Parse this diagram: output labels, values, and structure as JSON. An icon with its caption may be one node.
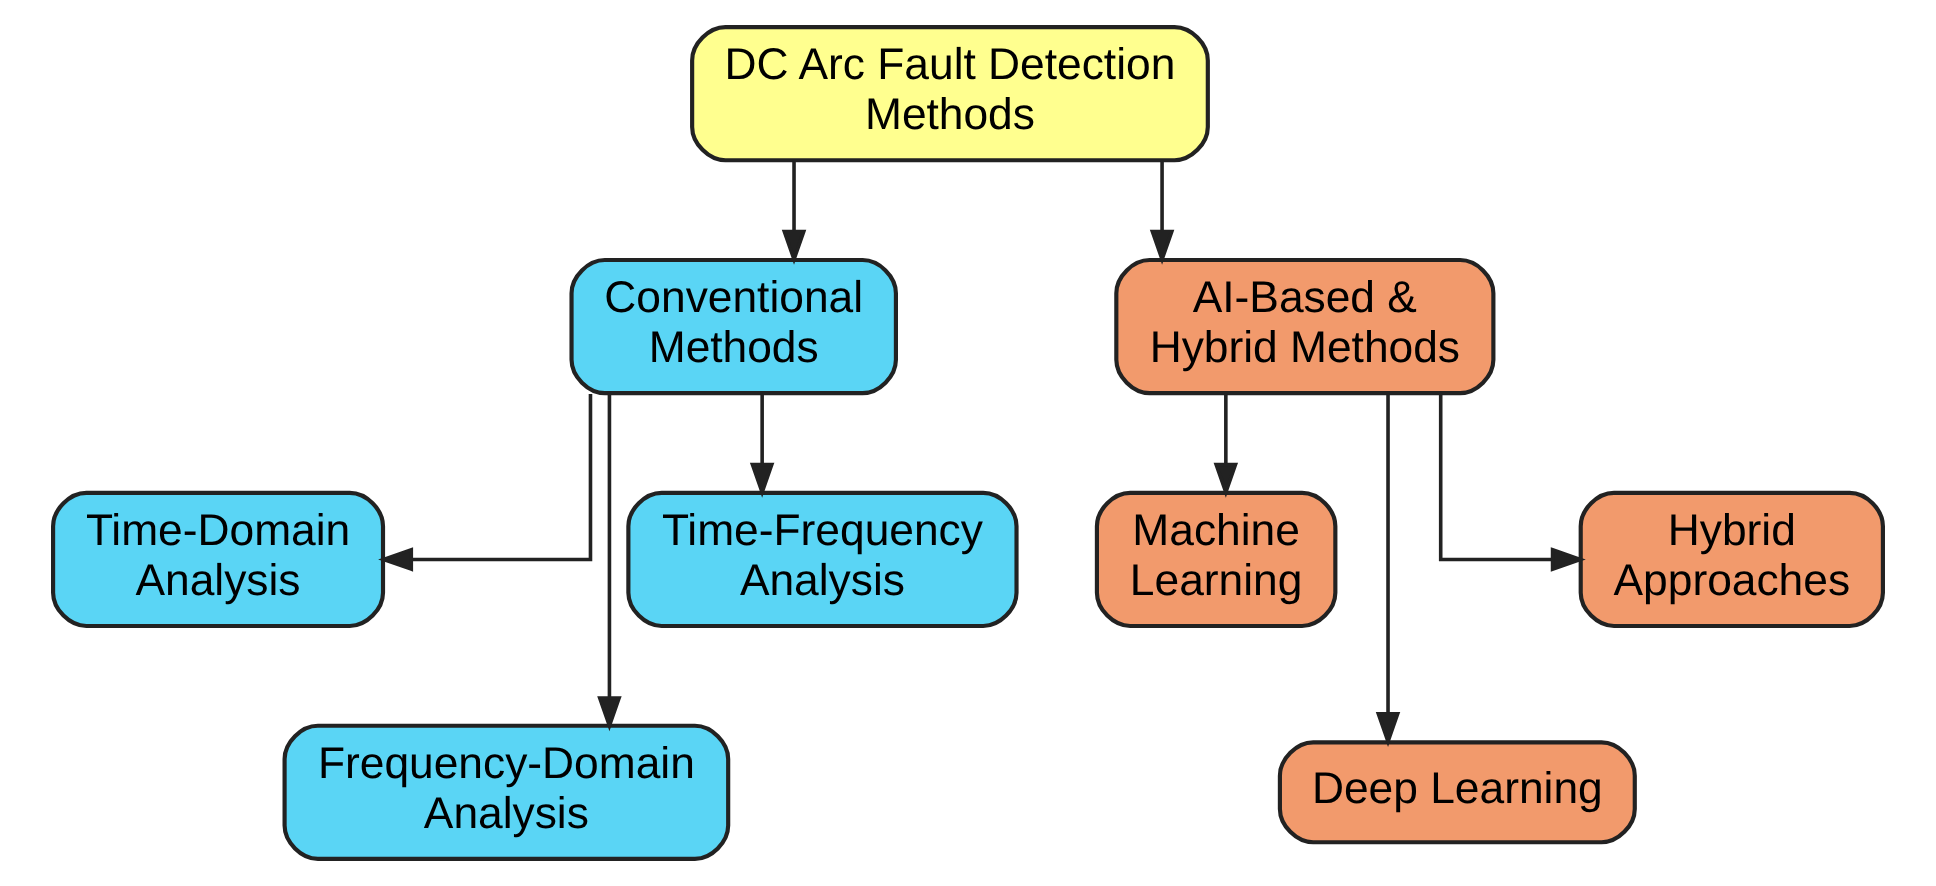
{
  "diagram": {
    "nodes": [
      {
        "text": [
          "DC Arc Fault Detection Methods"
        ]
      },
      {
        "text": [
          "Conventional Methods"
        ]
      },
      {
        "text": [
          "AI-Based & Hybrid Methods"
        ]
      },
      {
        "text": [
          "Time-Domain Analysis"
        ]
      },
      {
        "text": [
          "Frequency-Domain Analysis"
        ]
      },
      {
        "text": [
          "Time-Frequency Analysis"
        ]
      },
      {
        "text": [
          "Machine Learning"
        ]
      },
      {
        "text": [
          "Deep Learning"
        ]
      },
      {
        "text": [
          "Hybrid Approaches"
        ]
      }
    ],
    "edges": [
      {
        "from": 0,
        "to": 1,
        "arrow": "to"
      },
      {
        "from": 0,
        "to": 2,
        "arrow": "to"
      },
      {
        "from": 1,
        "to": 3,
        "arrow": "to"
      },
      {
        "from": 1,
        "to": 4,
        "arrow": "to"
      },
      {
        "from": 1,
        "to": 5,
        "arrow": "to"
      },
      {
        "from": 2,
        "to": 6,
        "arrow": "to"
      },
      {
        "from": 2,
        "to": 7,
        "arrow": "to"
      },
      {
        "from": 2,
        "to": 8,
        "arrow": "to"
      }
    ]
  }
}
